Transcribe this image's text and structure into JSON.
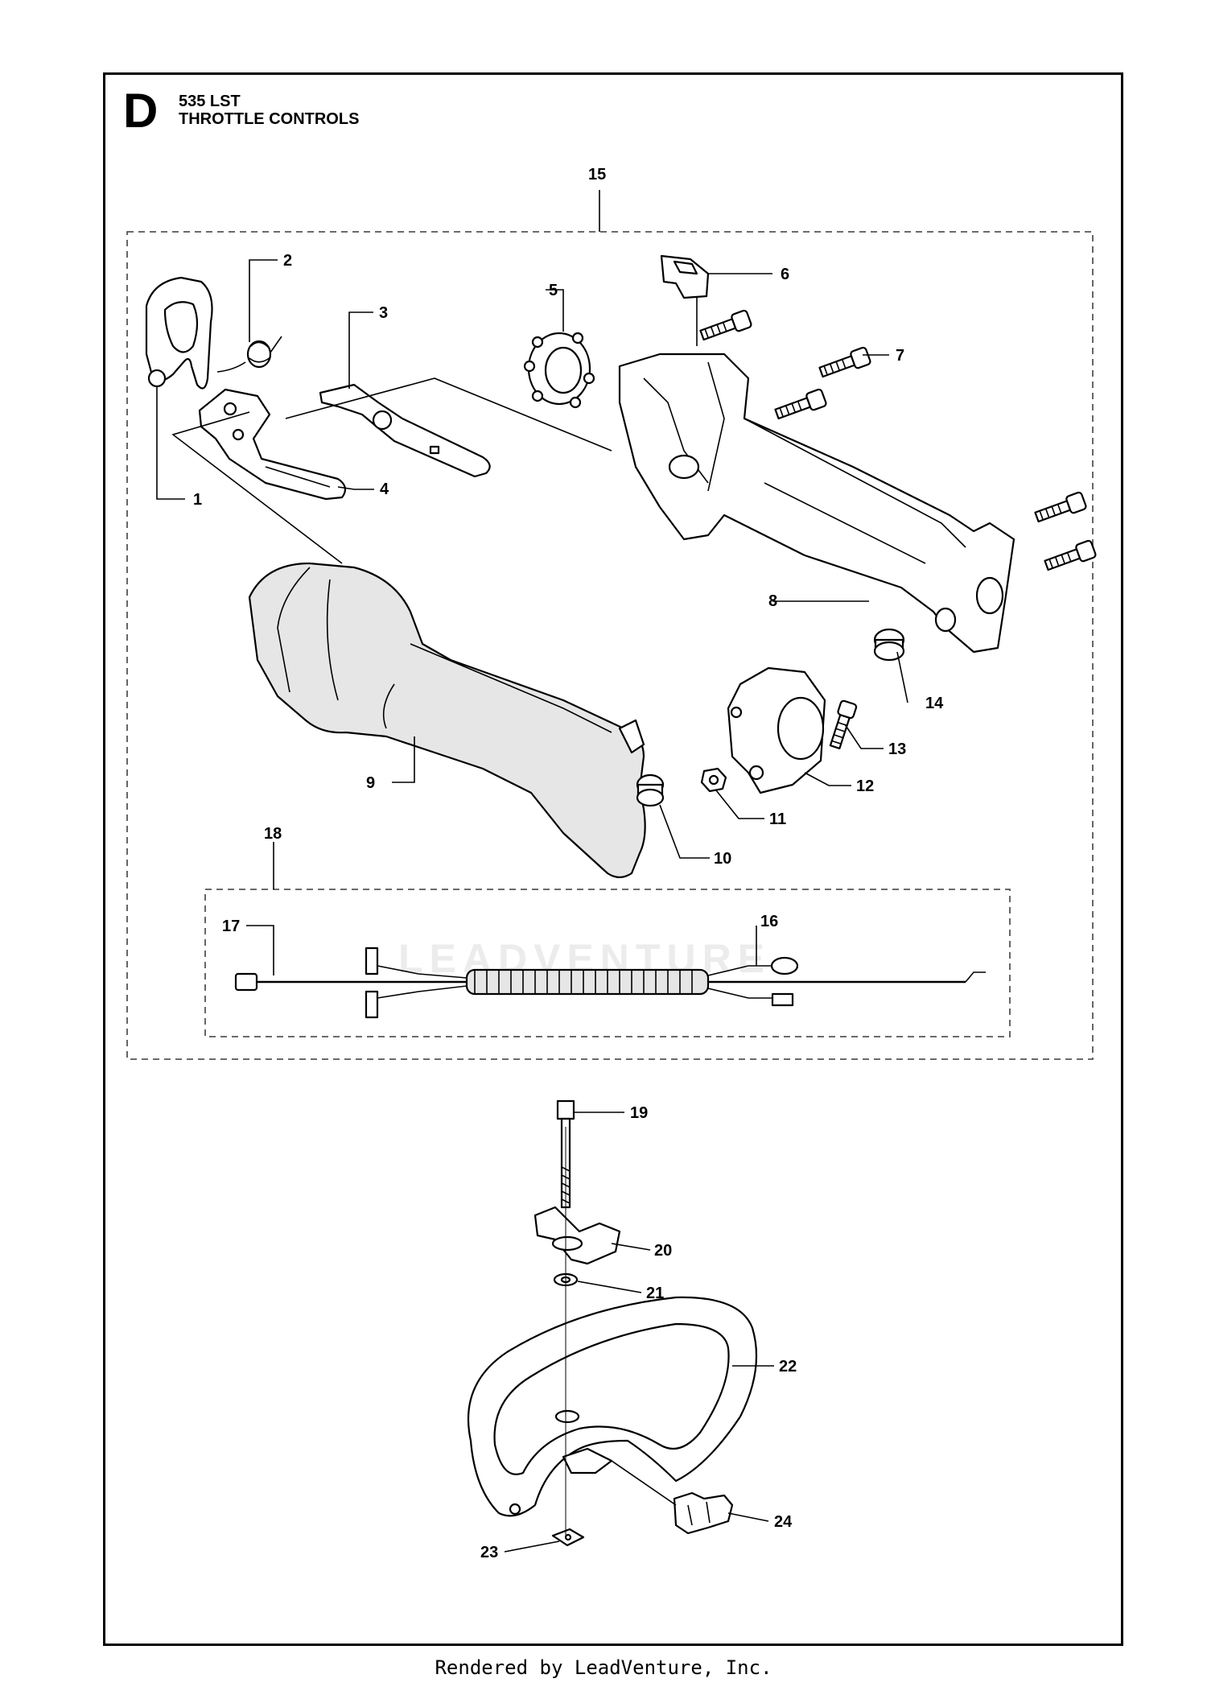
{
  "header": {
    "section_letter": "D",
    "model": "535 LST",
    "title": "THROTTLE CONTROLS"
  },
  "watermark": "LEADVENTURE",
  "footer": "Rendered by LeadVenture, Inc.",
  "callouts": [
    "1",
    "2",
    "3",
    "4",
    "5",
    "6",
    "7",
    "8",
    "9",
    "10",
    "11",
    "12",
    "13",
    "14",
    "15",
    "16",
    "17",
    "18",
    "19",
    "20",
    "21",
    "22",
    "23",
    "24"
  ],
  "colors": {
    "line": "#000000",
    "dashed_group": "#555555",
    "watermark": "#ececec"
  }
}
